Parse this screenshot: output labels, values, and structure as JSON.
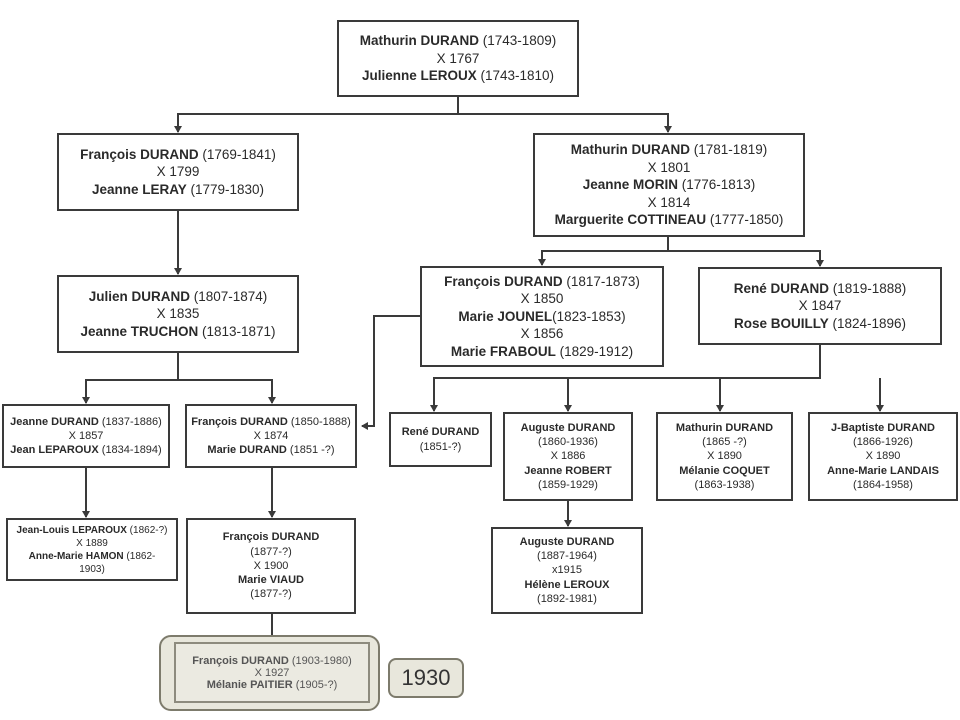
{
  "people": {
    "mathurin1": {
      "l1": "Mathurin DURAND",
      "d1": " (1743-1809)",
      "m1": "X 1767",
      "l2": "Julienne LEROUX",
      "d2": " (1743-1810)"
    },
    "francois1": {
      "l1": "François DURAND",
      "d1": " (1769-1841)",
      "m1": "X 1799",
      "l2": "Jeanne  LERAY",
      "d2": " (1779-1830)"
    },
    "mathurin2": {
      "l1": "Mathurin DURAND",
      "d1": " (1781-1819)",
      "m1": "X 1801",
      "l2": "Jeanne  MORIN",
      "d2": " (1776-1813)",
      "m2": "X 1814",
      "l3": "Marguerite COTTINEAU",
      "d3": " (1777-1850)"
    },
    "julien": {
      "l1": "Julien DURAND",
      "d1": " (1807-1874)",
      "m1": "X 1835",
      "l2": "Jeanne TRUCHON",
      "d2": " (1813-1871)"
    },
    "francois2": {
      "l1": "François DURAND",
      "d1": " (1817-1873)",
      "m1": "X 1850",
      "l2": "Marie JOUNEL",
      "d2": "(1823-1853)",
      "m2": "X 1856",
      "l3": "Marie FRABOUL",
      "d3": " (1829-1912)"
    },
    "rene1": {
      "l1": "René DURAND",
      "d1": " (1819-1888)",
      "m1": "X 1847",
      "l2": "Rose BOUILLY",
      "d2": " (1824-1896)"
    },
    "jeanne": {
      "l1": "Jeanne DURAND",
      "d1": " (1837-1886)",
      "m1": "X 1857",
      "l2": "Jean LEPAROUX",
      "d2": " (1834-1894)"
    },
    "francois3": {
      "l1": "François DURAND",
      "d1": " (1850-1888)",
      "m1": "X 1874",
      "l2": "Marie DURAND",
      "d2": " (1851 -?)"
    },
    "rene2": {
      "l1": "René DURAND",
      "d1": "(1851-?)"
    },
    "auguste1": {
      "l1": "Auguste DURAND",
      "d1": "(1860-1936)",
      "m1": "X 1886",
      "l2": "Jeanne ROBERT",
      "d2": "(1859-1929)"
    },
    "mathurin3": {
      "l1": "Mathurin DURAND",
      "d1": "(1865 -?)",
      "m1": "X 1890",
      "l2": "Mélanie COQUET",
      "d2": "(1863-1938)"
    },
    "jbaptiste": {
      "l1": "J-Baptiste DURAND",
      "d1": "(1866-1926)",
      "m1": "X 1890",
      "l2": "Anne-Marie LANDAIS",
      "d2": "(1864-1958)"
    },
    "jeanlouis": {
      "l1": "Jean-Louis LEPAROUX",
      "d1": " (1862-?)",
      "m1": "X 1889",
      "l2": "Anne-Marie HAMON",
      "d2": " (1862-",
      "d2b": "1903)"
    },
    "francois4": {
      "l1": "François DURAND",
      "d1": "(1877-?)",
      "m1": "X 1900",
      "l2": "Marie VIAUD",
      "d2": "(1877-?)"
    },
    "auguste2": {
      "l1": "Auguste DURAND",
      "d1": "(1887-1964)",
      "m1": "x1915",
      "l2": "Hélène LEROUX",
      "d2": "(1892-1981)"
    },
    "francois5": {
      "l1": "François DURAND",
      "d1": " (1903-1980)",
      "m1": "X 1927",
      "l2": "Mélanie PAITIER",
      "d2": " (1905-?)"
    }
  },
  "year_badge": "1930"
}
